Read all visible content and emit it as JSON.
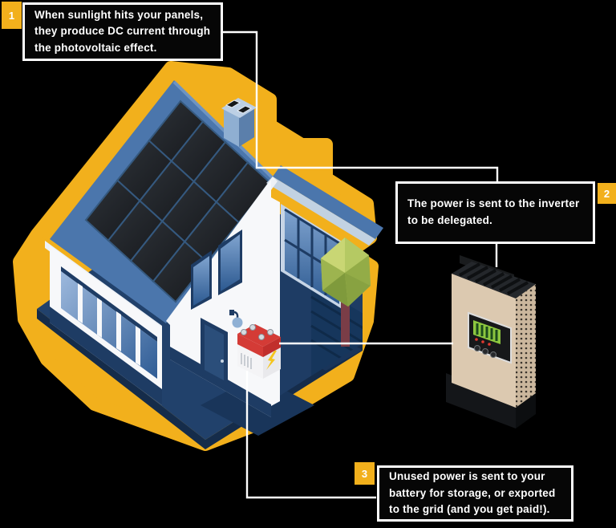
{
  "colors": {
    "background": "#000000",
    "accent_yellow": "#F2B01C",
    "callout_bg": "#060606",
    "callout_border": "#FFFFFF",
    "text": "#FFFFFF",
    "line_white": "#FFFFFF",
    "roof_blue": "#4B76AC",
    "navy": "#1E3C64",
    "panel_dark": "#22262B",
    "wall_white": "#F7F8FA",
    "battery_red": "#D43B36",
    "tree_green": "#A9BE55",
    "inverter_beige": "#DCC9B0"
  },
  "callouts": [
    {
      "number": "1",
      "text": "When sunlight hits your panels,\nthey produce DC current through\nthe photovoltaic effect."
    },
    {
      "number": "2",
      "text": "The power is sent to the inverter\nto be delegated."
    },
    {
      "number": "3",
      "text": "Unused power is sent to your\nbattery for storage, or exported\nto the grid (and you get paid!)."
    }
  ],
  "illustration": {
    "house": "house-with-rooftop-solar-panels",
    "inverter": "solar-inverter-unit",
    "battery": "home-battery",
    "tree": "low-poly-tree"
  }
}
